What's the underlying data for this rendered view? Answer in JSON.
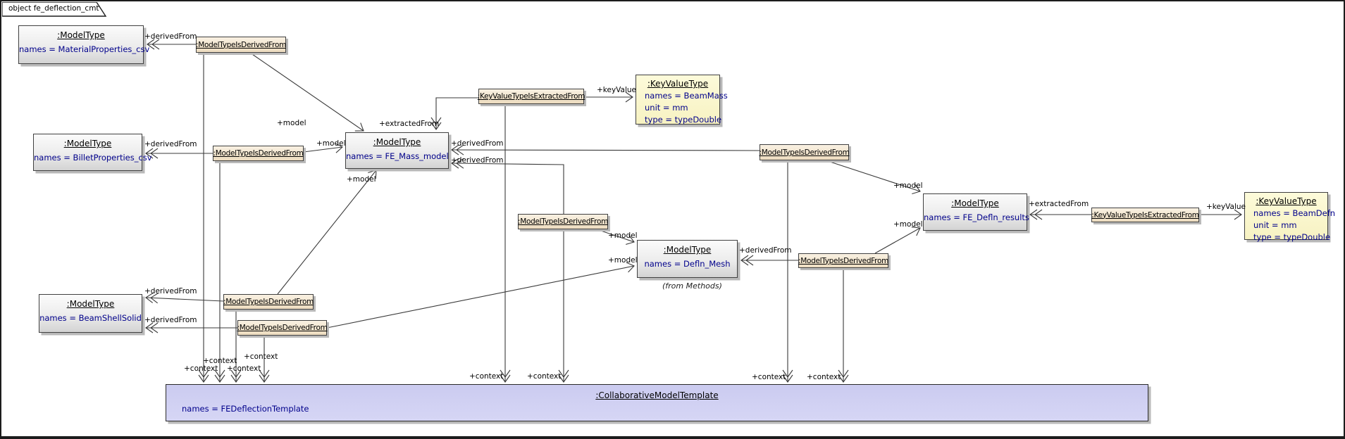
{
  "frame": {
    "tab_title": "object fe_deflection_cmt"
  },
  "nodes": {
    "material_properties_csv": {
      "title": ":ModelType",
      "name": "names = MaterialProperties_csv"
    },
    "billet_properties_csv": {
      "title": ":ModelType",
      "name": "names = BilletProperties_csv"
    },
    "beam_shell_solid": {
      "title": ":ModelType",
      "name": "names = BeamShellSolid"
    },
    "fe_mass_model": {
      "title": ":ModelType",
      "name": "names = FE_Mass_model"
    },
    "defln_mesh": {
      "title": ":ModelType",
      "name": "names = Defln_Mesh",
      "caption": "(from Methods)"
    },
    "fe_defln_results": {
      "title": ":ModelType",
      "name": "names = FE_Defln_results"
    },
    "beam_mass": {
      "title": ":KeyValueType",
      "name": "names = BeamMass",
      "unit": "unit = mm",
      "type": "type = typeDouble"
    },
    "beam_defn": {
      "title": ":KeyValueType",
      "name": "names = BeamDefn",
      "unit": "unit = mm",
      "type": "type = typeDouble"
    },
    "template": {
      "title": ":CollaborativeModelTemplate",
      "name": "names = FEDeflectionTemplate"
    }
  },
  "links": {
    "mtidf": ":ModelTypeIsDerivedFrom",
    "kvtief": ":KeyValueTypeIsExtractedFrom"
  },
  "edge_labels": [
    {
      "text": "+derivedFrom"
    },
    {
      "text": "+model"
    },
    {
      "text": "+derivedFrom"
    },
    {
      "text": "+model"
    },
    {
      "text": "+extractedFrom"
    },
    {
      "text": "+model"
    },
    {
      "text": "+derivedFrom"
    },
    {
      "text": "+derivedFrom"
    },
    {
      "text": "+keyValue"
    },
    {
      "text": "+model"
    },
    {
      "text": "+model"
    },
    {
      "text": "+derivedFrom"
    },
    {
      "text": "+model"
    },
    {
      "text": "+model"
    },
    {
      "text": "+extractedFrom"
    },
    {
      "text": "+keyValue"
    },
    {
      "text": "+derivedFrom"
    },
    {
      "text": "+derivedFrom"
    },
    {
      "text": "+context"
    },
    {
      "text": "+context"
    },
    {
      "text": "+context"
    },
    {
      "text": "+context"
    },
    {
      "text": "+context"
    },
    {
      "text": "+context"
    },
    {
      "text": "+context"
    },
    {
      "text": "+context"
    }
  ],
  "colors": {
    "node_fill": "#ececec",
    "link_fill": "#f3e8d2",
    "keyvalue_fill": "#fbf8cd",
    "template_fill": "#cfcff2",
    "attribute_text": "#00008b",
    "connector_line": "#3a3a3a"
  }
}
